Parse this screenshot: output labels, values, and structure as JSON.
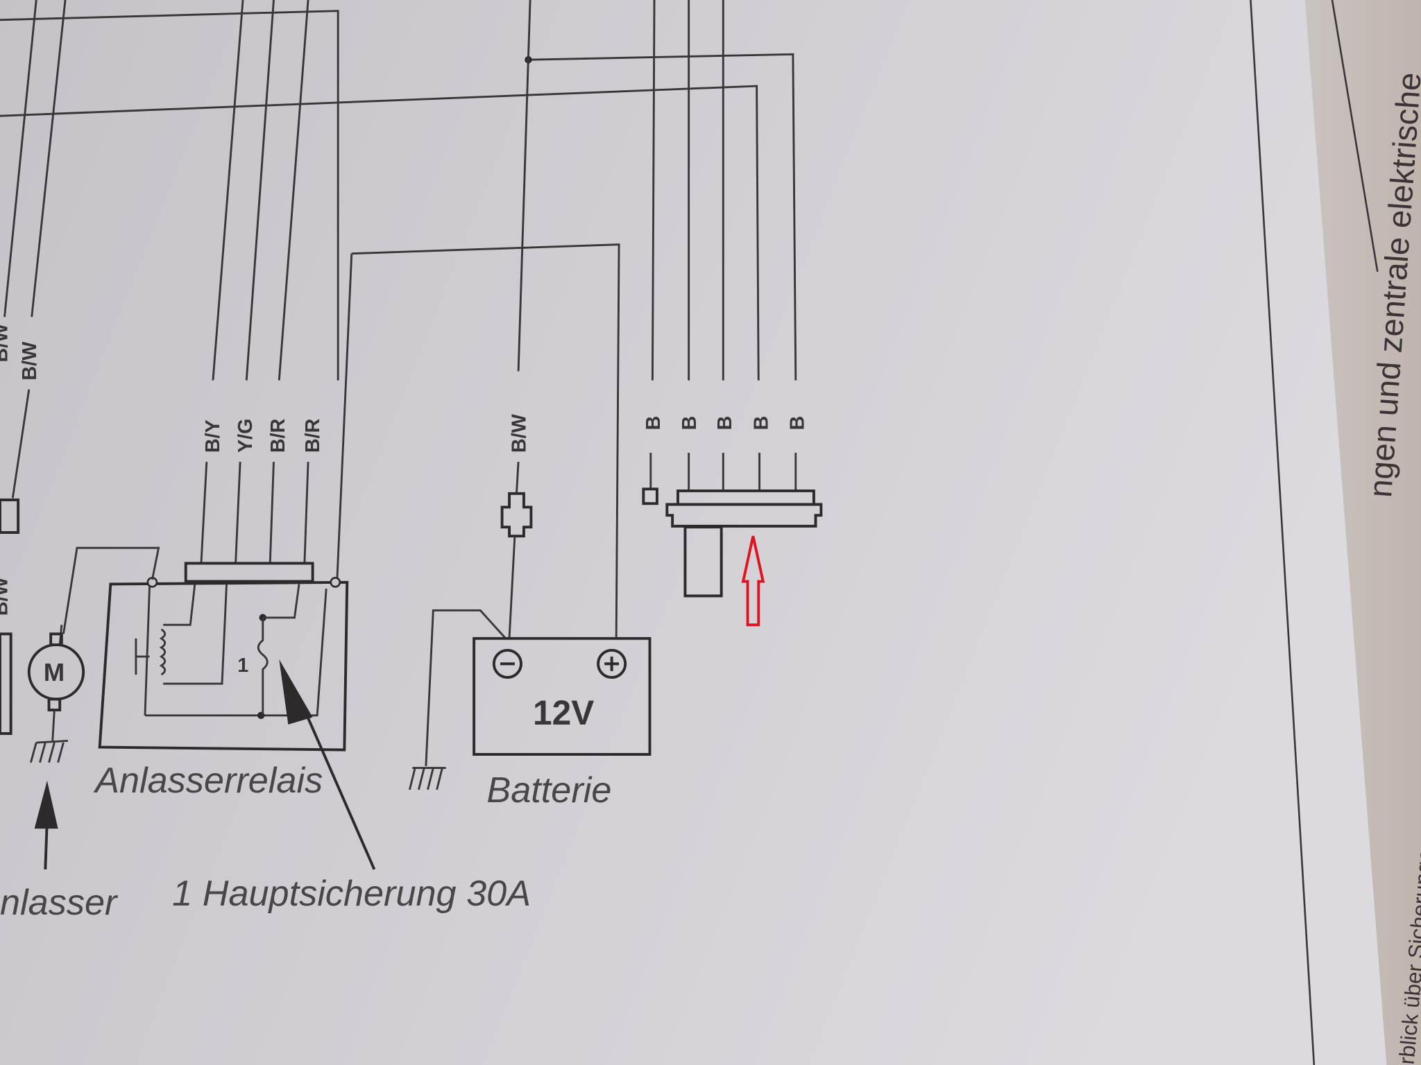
{
  "diagram": {
    "wire_labels_left": [
      "B/W",
      "B/W"
    ],
    "wire_labels_lower_left": [
      "B/W"
    ],
    "relay_wire_labels": [
      "B/Y",
      "Y/G",
      "B/R",
      "B/R"
    ],
    "battery_wire_label": "B/W",
    "connector_wire_labels": [
      "B",
      "B",
      "B",
      "B",
      "B"
    ],
    "motor_symbol": "M",
    "fuse_number": "1",
    "battery_voltage": "12V",
    "battery_minus": "−",
    "battery_plus": "+",
    "relay_caption": "Anlasserrelais",
    "battery_caption": "Batterie",
    "starter_caption": "nlasser",
    "fuse_caption": "1 Hauptsicherung 30A",
    "page_header_top": "ngen und zentrale elektrische",
    "page_header_bottom": "rblick über Sicherungen und",
    "highlight_arrow_color": "#e0141e"
  }
}
